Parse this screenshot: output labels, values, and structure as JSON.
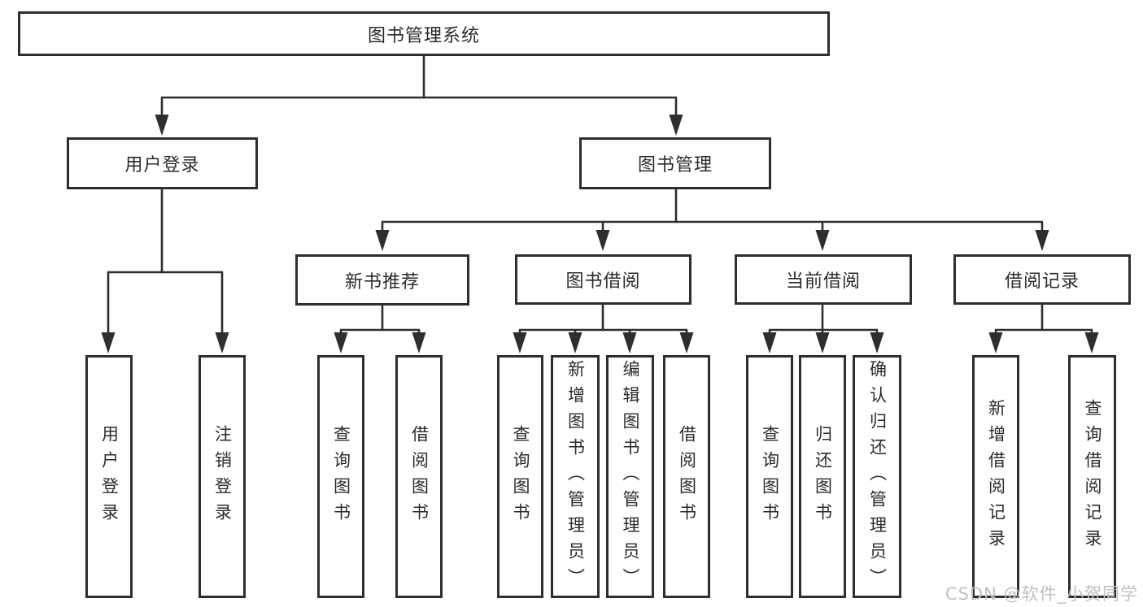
{
  "tree": {
    "label": "图书管理系统",
    "children": [
      {
        "label": "用户登录",
        "children": [
          {
            "label": "用户登录"
          },
          {
            "label": "注销登录"
          }
        ]
      },
      {
        "label": "图书管理",
        "children": [
          {
            "label": "新书推荐",
            "children": [
              {
                "label": "查询图书"
              },
              {
                "label": "借阅图书"
              }
            ]
          },
          {
            "label": "图书借阅",
            "children": [
              {
                "label": "查询图书"
              },
              {
                "label": "新增图书（管理员）"
              },
              {
                "label": "编辑图书（管理员）"
              },
              {
                "label": "借阅图书"
              }
            ]
          },
          {
            "label": "当前借阅",
            "children": [
              {
                "label": "查询图书"
              },
              {
                "label": "归还图书"
              },
              {
                "label": "确认归还（管理员）"
              }
            ]
          },
          {
            "label": "借阅记录",
            "children": [
              {
                "label": "新增借阅记录"
              },
              {
                "label": "查询借阅记录"
              }
            ]
          }
        ]
      }
    ]
  },
  "watermark": {
    "text": "CSDN @软件_小贺同学"
  },
  "colors": {
    "line": "#2e2e2e",
    "ink": "#2b2b2b",
    "watermark": "#c0c0c0",
    "background": "#ffffff"
  }
}
